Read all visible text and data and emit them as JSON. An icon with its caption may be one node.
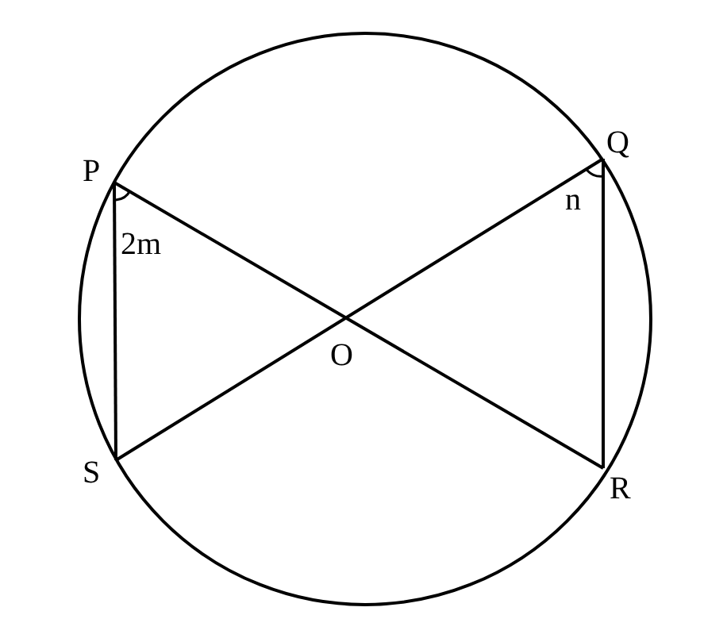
{
  "diagram": {
    "labels": [
      "P",
      "Q",
      "2m",
      "n",
      "O",
      "S",
      "R"
    ]
  }
}
